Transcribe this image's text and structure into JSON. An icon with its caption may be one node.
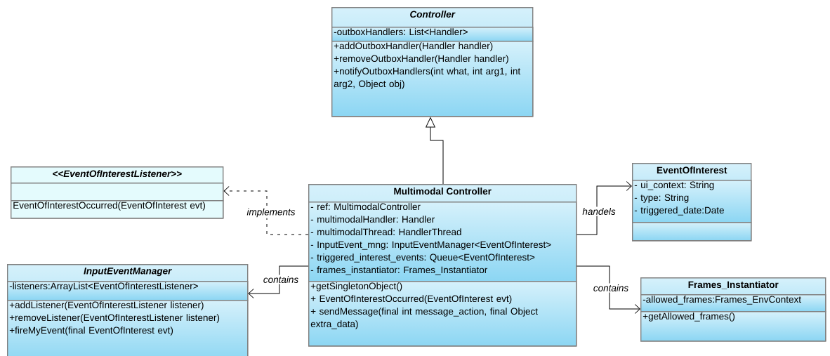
{
  "diagram": {
    "nodes": [
      {
        "text": [
          "Controller"
        ]
      },
      {
        "text": [
          "-outboxHandlers: List<Handler>"
        ],
        "in": 0
      },
      {
        "text": [
          "+addOutboxHandler(Handler handler)",
          "+removeOutboxHandler(Handler handler)",
          "+notifyOutboxHandlers(int what, int arg1, int arg2, Object obj)"
        ],
        "in": 0
      },
      {
        "text": [
          "<<EventOfInterestListener>>"
        ]
      },
      {
        "text": [],
        "shape": "box",
        "in": 3
      },
      {
        "text": [
          "EventOfInterestOccurred(EventOfInterest evt)"
        ],
        "in": 3
      },
      {
        "text": [
          "Multimodal Controller"
        ]
      },
      {
        "text": [
          "- ref: MultimodalController",
          "- multimodalHandler: Handler",
          "- multimodalThread: HandlerThread",
          "- InputEvent_mng: InputEventManager<EventOfInterest>",
          "- triggered_interest_events: Queue<EventOfInterest>",
          "- frames_instantiator: Frames_Instantiator"
        ],
        "in": 6
      },
      {
        "text": [
          "+getSingletonObject()",
          "+ EventOfInterestOccurred(EventOfInterest evt)",
          "+ sendMessage(final int message_action, final Object extra_data)"
        ],
        "in": 6
      },
      {
        "text": [
          "EventOfInterest"
        ]
      },
      {
        "text": [
          "- ui_context: String",
          "- type: String",
          "- triggered_date:Date"
        ],
        "in": 9
      },
      {
        "text": [],
        "shape": "box",
        "in": 9
      },
      {
        "text": [
          "InputEventManager"
        ]
      },
      {
        "text": [
          "-listeners:ArrayList<EventOfInterestListener>"
        ],
        "in": 12
      },
      {
        "text": [
          "+addListener(EventOfInterestListener listener)",
          "+removeListener(EventOfInterestListener listener)",
          "+fireMyEvent(final EventOfInterest evt)"
        ],
        "in": 12
      },
      {
        "text": [
          "Frames_Instantiator"
        ]
      },
      {
        "text": [
          "-allowed_frames:Frames_EnvContext"
        ],
        "in": 15
      },
      {
        "text": [
          "+getAllowed_frames()"
        ],
        "in": 15
      }
    ],
    "edges": [
      {
        "from": 6,
        "to": 0,
        "arrow": "to"
      },
      {
        "from": 6,
        "to": 3,
        "arrow": "to",
        "label": "implements",
        "style": "dashed"
      },
      {
        "from": 6,
        "to": 9,
        "arrow": "to",
        "label": "handels"
      },
      {
        "from": 6,
        "to": 12,
        "arrow": "to",
        "label": "contains"
      },
      {
        "from": 6,
        "to": 15,
        "arrow": "to",
        "label": "contains"
      }
    ]
  }
}
